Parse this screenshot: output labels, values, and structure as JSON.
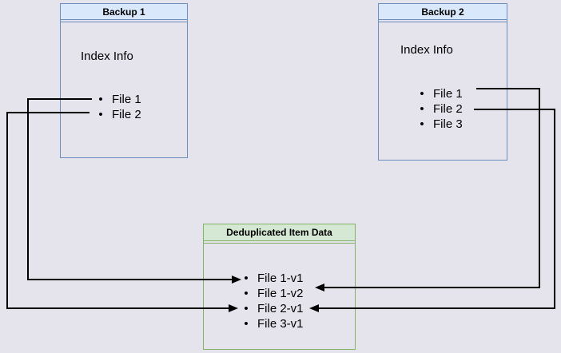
{
  "diagram": {
    "kind": "backup-deduplication-diagram",
    "bullet": "•",
    "backup1": {
      "title": "Backup 1",
      "label": "Index Info",
      "items": [
        "File 1",
        "File 2"
      ]
    },
    "backup2": {
      "title": "Backup 2",
      "label": "Index Info",
      "items": [
        "File 1",
        "File 2",
        "File 3"
      ]
    },
    "dedup": {
      "title": "Deduplicated Item Data",
      "items": [
        "File 1-v1",
        "File 1-v2",
        "File 2-v1",
        "File 3-v1"
      ]
    },
    "connections": [
      {
        "from": "Backup 1 / File 1",
        "to": "Deduplicated Item Data / File 1-v1"
      },
      {
        "from": "Backup 1 / File 2",
        "to": "Deduplicated Item Data / File 2-v1"
      },
      {
        "from": "Backup 2 / File 1",
        "to": "Deduplicated Item Data / File 1-v2"
      },
      {
        "from": "Backup 2 / File 2",
        "to": "Deduplicated Item Data / File 2-v1"
      }
    ],
    "colors": {
      "background": "#e5e4ed",
      "blue_stroke": "#6c8ebf",
      "blue_fill": "#dae8fc",
      "green_stroke": "#82b366",
      "green_fill": "#d5e8d4",
      "connector": "#000000",
      "text": "#000000"
    }
  }
}
